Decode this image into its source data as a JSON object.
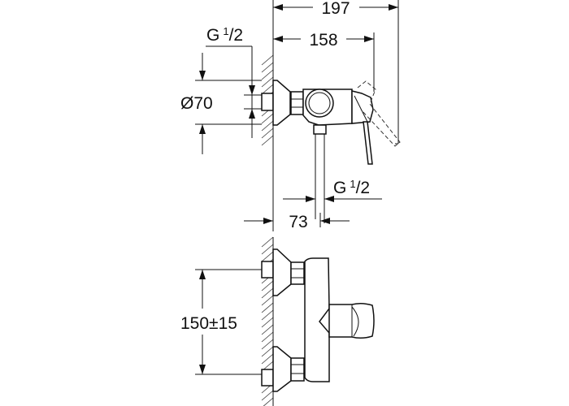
{
  "dimensions": {
    "overall_depth": "197",
    "depth_to_handle": "158",
    "inlet_thread": {
      "main": "G",
      "sup": "1",
      "sub": "/2"
    },
    "escutcheon_diameter": "Ø70",
    "outlet_thread": {
      "main": "G",
      "sup": "1",
      "sub": "/2"
    },
    "outlet_offset": "73",
    "inlet_spacing": "150±15"
  }
}
